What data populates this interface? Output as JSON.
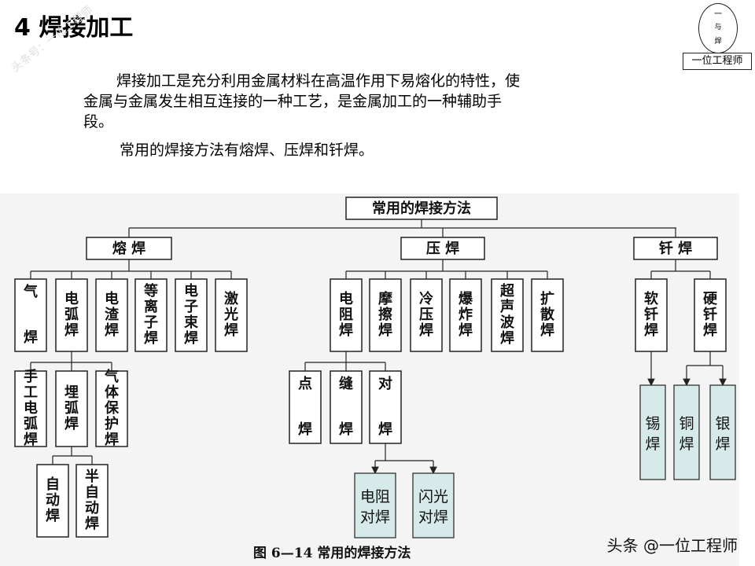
{
  "heading": "4  焊接加工",
  "intro": [
    "焊接加工是充分利用金属材料在高温作用下易熔化的特性，使",
    "金属与金属发生相互连接的一种工艺，是金属加工的一种辅助手",
    "段。"
  ],
  "methods_line": "常用的焊接方法有熔焊、压焊和钎焊。",
  "logo": {
    "circle_chars": [
      "一",
      "与",
      "焊"
    ],
    "label": "一位工程师"
  },
  "watermark": "头条号：一位工程师",
  "figure_caption": "图 6—14    常用的焊接方法",
  "brand": "头条 @一位工程师",
  "diagram": {
    "root": "常用的焊接方法",
    "categories": [
      "熔 焊",
      "压 焊",
      "钎 焊"
    ],
    "fusion": [
      "气焊",
      "电弧焊",
      "电渣焊",
      "等离子焊",
      "电子束焊",
      "激光焊"
    ],
    "arc": [
      "手工电弧焊",
      "埋弧焊",
      "气体保护焊"
    ],
    "submerged": [
      "自动焊",
      "半自动焊"
    ],
    "pressure": [
      "电阻焊",
      "摩擦焊",
      "冷压焊",
      "爆炸焊",
      "超声波焊",
      "扩散焊"
    ],
    "resistance": [
      "点焊",
      "缝焊",
      "对焊"
    ],
    "butt": [
      "电阻对焊",
      "闪光对焊"
    ],
    "brazing": [
      "软钎焊",
      "硬钎焊"
    ],
    "hard": [
      "锡焊",
      "铜焊",
      "银焊"
    ]
  }
}
